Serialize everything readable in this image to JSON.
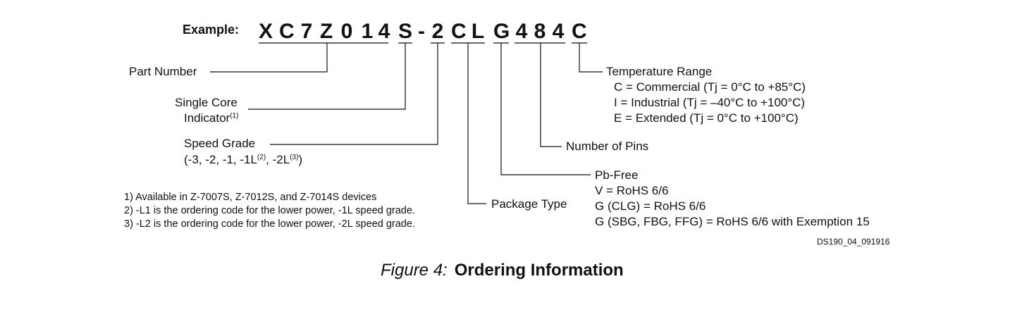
{
  "example_label": "Example:",
  "part_chars": [
    "X",
    "C",
    "7",
    "Z",
    "0",
    "1",
    "4",
    "S",
    "-",
    "2",
    "C",
    "L",
    "G",
    "4",
    "8",
    "4",
    "C"
  ],
  "fields": {
    "part_number": "Part Number",
    "single_core_line1": "Single Core",
    "single_core_line2": "Indicator",
    "single_core_sup": "(1)",
    "speed_grade": "Speed Grade",
    "speed_values_a": "(-3, -2, -1, -1L",
    "speed_sup_a": "(2)",
    "speed_values_b": ", -2L",
    "speed_sup_b": "(3)",
    "speed_values_c": ")",
    "temperature_range": "Temperature Range",
    "temp_options": [
      "C = Commercial (Tj = 0°C to +85°C)",
      "I = Industrial (Tj = –40°C to +100°C)",
      "E = Extended (Tj = 0°C to +100°C)"
    ],
    "number_of_pins": "Number of Pins",
    "pb_free": "Pb-Free",
    "pb_options": [
      "V = RoHS 6/6",
      "G (CLG) = RoHS 6/6",
      "G (SBG, FBG, FFG) = RoHS 6/6 with Exemption 15"
    ],
    "package_type": "Package Type"
  },
  "footnotes": [
    "1) Available in Z-7007S, Z-7012S, and Z-7014S devices",
    "2) -L1 is the ordering code for the lower power, -1L speed grade.",
    "3) -L2 is the ordering code for the lower power, -2L speed grade."
  ],
  "figure_code": "DS190_04_091916",
  "caption": {
    "number": "Figure 4:",
    "title": "Ordering Information"
  }
}
